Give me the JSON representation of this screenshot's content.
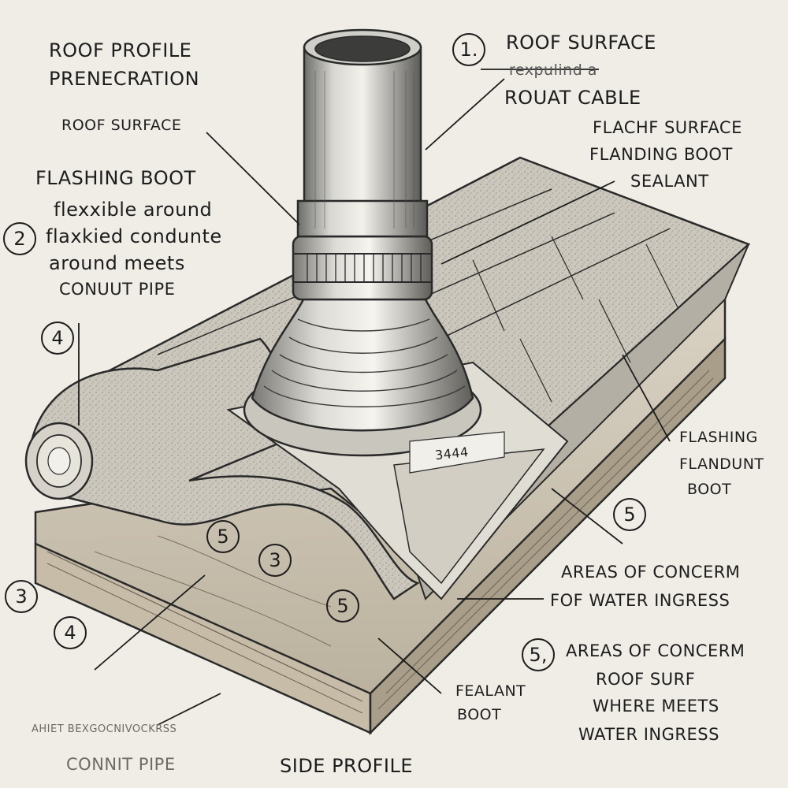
{
  "title": {
    "line1": "ROOF PROFILE",
    "line2": "PRENECRATION"
  },
  "left_labels": {
    "roof_surface": "ROOF SURFACE",
    "flashing_boot": "FLASHING BOOT",
    "flex_line1": "flexxible around",
    "flex_line2": "flaxkied condunte",
    "flex_line3": "around meets",
    "flex_line4": "CONUUT PIPE",
    "bottom_garbled": "AHIET BEXGOCNIVOCKRSS",
    "bottom_pipe": "CONNIT PIPE"
  },
  "right_labels": {
    "roof_surface": "ROOF SURFACE",
    "garbled1": "rexpulind a",
    "roonat_cable": "ROUAT CABLE",
    "flachf_surface": "FLACHF SURFACE",
    "flanding_boot": "FLANDING BOOT",
    "sealant": "SEALANT",
    "flashing": "FLASHING",
    "flandunt": "FLANDUNT",
    "boot": "BOOT",
    "areas1": "AREAS OF CONCERM",
    "water1": "FOF WATER INGRESS",
    "areas2": "AREAS OF CONCERM",
    "roof_surf2": "ROOF SURF",
    "where_meets": "WHERE MEETS",
    "water2": "WATER INGRESS"
  },
  "bottom_labels": {
    "fealant": "FEALANT",
    "boot": "BOOT",
    "side_profile": "SIDE PROFILE"
  },
  "board_mark": "3444",
  "markers": {
    "m1": "1.",
    "m2": "2",
    "m4a": "4",
    "m5a": "5",
    "m5b": "5",
    "m3a": "3",
    "m3b": "3",
    "m5c": "5",
    "m4b": "4",
    "m5d": "5,"
  }
}
